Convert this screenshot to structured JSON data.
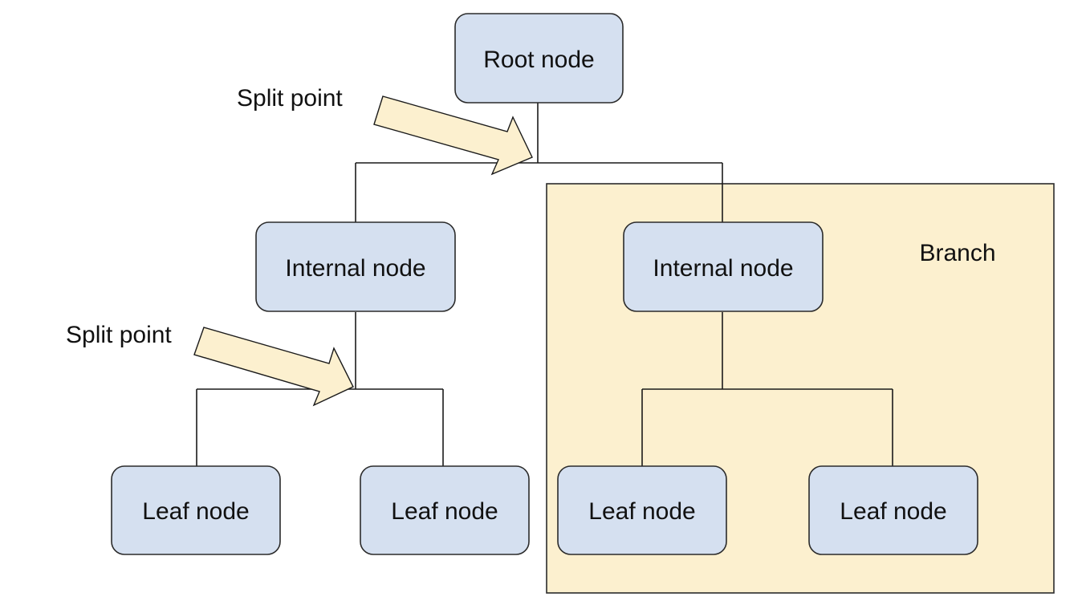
{
  "diagram": {
    "branch": {
      "label": "Branch",
      "fill": "#fcf0cf"
    },
    "nodes": {
      "root": {
        "label": "Root node"
      },
      "internal_left": {
        "label": "Internal node"
      },
      "internal_right": {
        "label": "Internal node"
      },
      "leaf_1": {
        "label": "Leaf node"
      },
      "leaf_2": {
        "label": "Leaf node"
      },
      "leaf_3": {
        "label": "Leaf node"
      },
      "leaf_4": {
        "label": "Leaf node"
      }
    },
    "annotations": {
      "split_top": {
        "label": "Split point"
      },
      "split_bottom": {
        "label": "Split point"
      }
    },
    "colors": {
      "node_fill": "#d5e0f0",
      "arrow_fill": "#fcf0cf",
      "stroke": "#1a1a1a"
    }
  }
}
